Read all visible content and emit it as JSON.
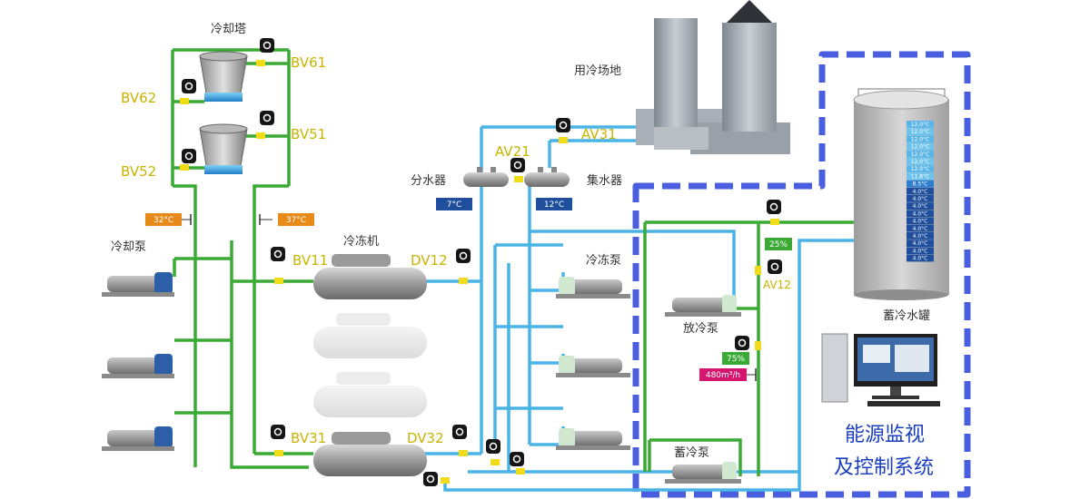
{
  "labels": {
    "cooling_tower": "冷却塔",
    "cooling_pump": "冷却泵",
    "chiller": "冷冻机",
    "chilled_pump": "冷冻泵",
    "user_site": "用冷场地",
    "distributor": "分水器",
    "collector": "集水器",
    "discharge_pump": "放冷泵",
    "storage_pump": "蓄冷泵",
    "storage_tank": "蓄冷水罐",
    "system_line1": "能源监视",
    "system_line2": "及控制系统"
  },
  "valves": {
    "bv61": "BV61",
    "bv62": "BV62",
    "bv51": "BV51",
    "bv52": "BV52",
    "bv11": "BV11",
    "dv12": "DV12",
    "bv31": "BV31",
    "dv32": "DV32",
    "av21": "AV21",
    "av31": "AV31",
    "av12": "AV12"
  },
  "readings": {
    "temp_32": "32°C",
    "temp_37": "37°C",
    "temp_7": "7°C",
    "temp_12": "12°C",
    "pct_25": "25%",
    "pct_75": "75%",
    "flow": "480m³/h"
  },
  "tank_temps": [
    "12.0°C",
    "12.0°C",
    "12.0°C",
    "12.0°C",
    "12.0°C",
    "12.0°C",
    "12.0°C",
    "11.8°C",
    "8.5°C",
    "4.0°C",
    "4.0°C",
    "4.0°C",
    "4.0°C",
    "4.0°C",
    "4.0°C",
    "4.0°C",
    "4.0°C",
    "4.0°C",
    "4.0°C"
  ],
  "colors": {
    "cooling_pipe": "#3aaa35",
    "chilled_pipe": "#4ab4e6",
    "valve_label": "#c8b400",
    "dashed_box": "#4a5fe0",
    "orange_badge": "#e88a1a",
    "blue_badge": "#1f4e9c",
    "green_badge": "#3aaa35",
    "flow_badge": "#d4166e"
  }
}
